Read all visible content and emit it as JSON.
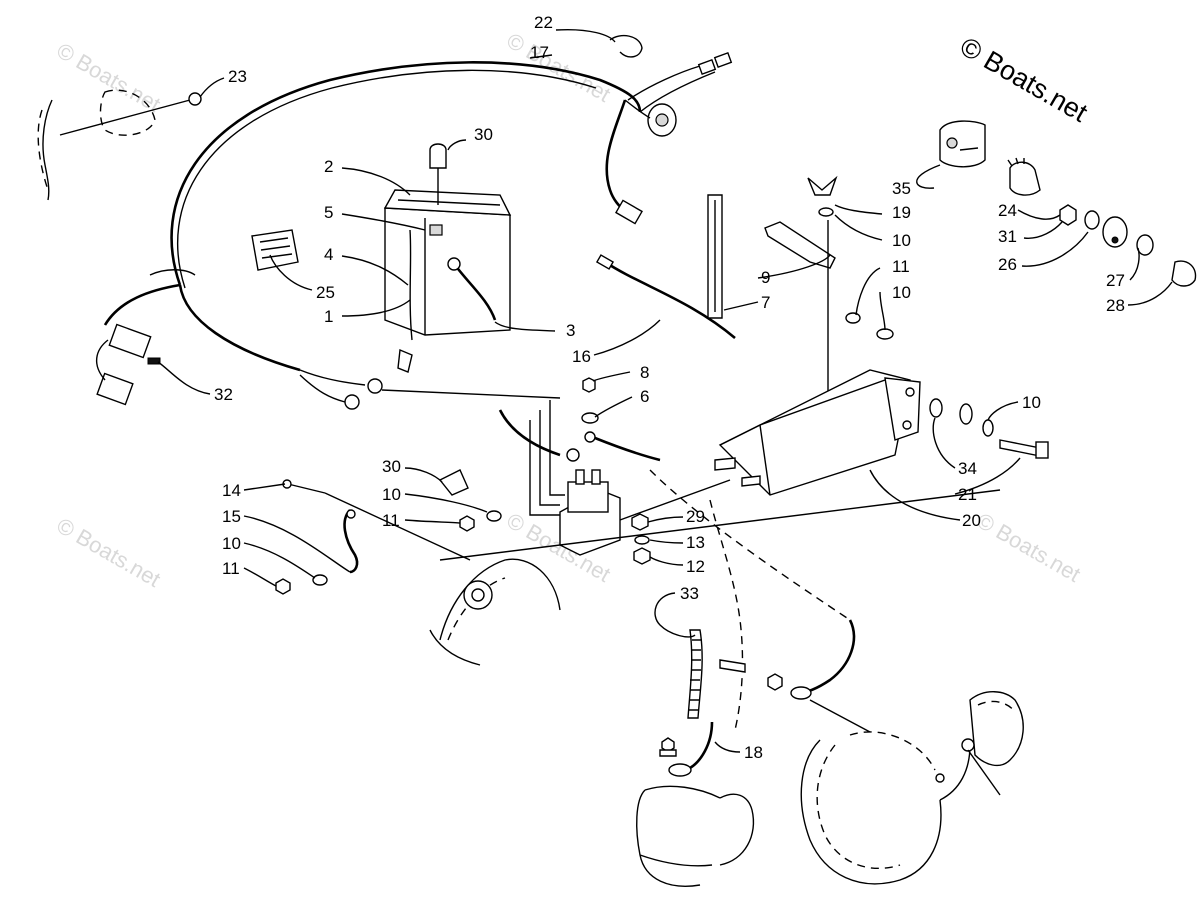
{
  "copyright": "© Boats.net",
  "watermark": "© Boats.net",
  "labels": {
    "l1": "1",
    "l2": "2",
    "l3": "3",
    "l4": "4",
    "l5": "5",
    "l6": "6",
    "l7": "7",
    "l8": "8",
    "l9": "9",
    "l10a": "10",
    "l10b": "10",
    "l10c": "10",
    "l10d": "10",
    "l10e": "10",
    "l11a": "11",
    "l11b": "11",
    "l11c": "11",
    "l12": "12",
    "l13": "13",
    "l14": "14",
    "l15": "15",
    "l16": "16",
    "l17": "17",
    "l18": "18",
    "l19": "19",
    "l20": "20",
    "l21": "21",
    "l22": "22",
    "l23": "23",
    "l24": "24",
    "l25": "25",
    "l26": "26",
    "l27": "27",
    "l28": "28",
    "l29": "29",
    "l30a": "30",
    "l30b": "30",
    "l31": "31",
    "l32": "32",
    "l33": "33",
    "l34": "34",
    "l35": "35"
  }
}
